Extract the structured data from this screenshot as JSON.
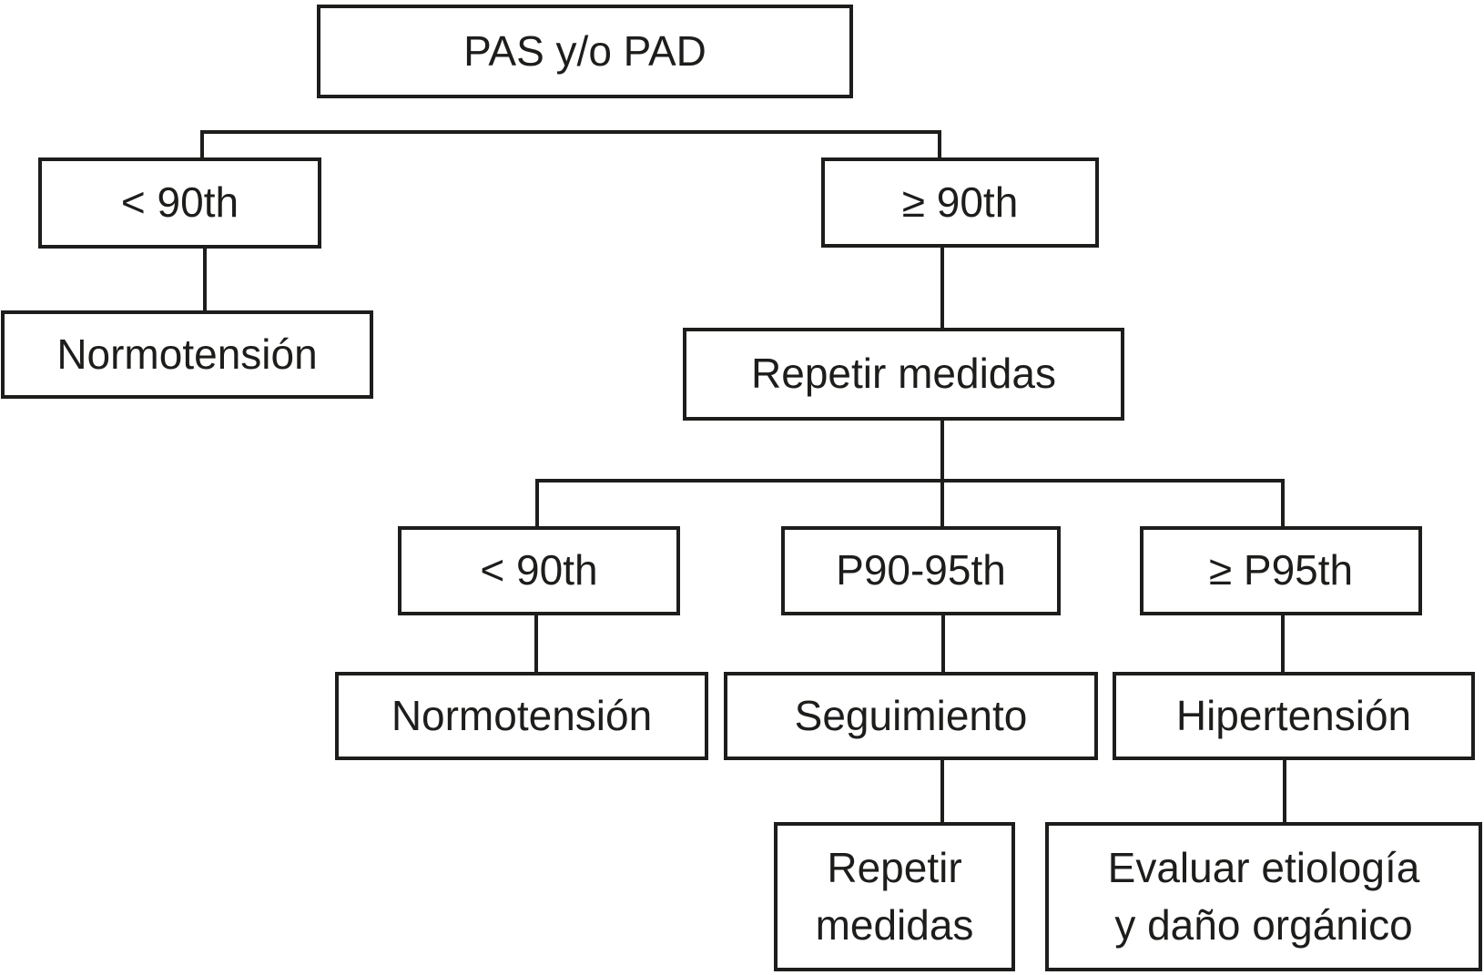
{
  "colors": {
    "ink": "#1d1d1b",
    "background": "#ffffff"
  },
  "flowchart": {
    "nodes": {
      "root": {
        "label": "PAS y/o PAD"
      },
      "lt90_initial": {
        "label": "< 90th"
      },
      "ge90_initial": {
        "label": "≥ 90th"
      },
      "normotension_initial": {
        "label": "Normotensión"
      },
      "repetir_medidas_1": {
        "label": "Repetir medidas"
      },
      "lt90_repeat": {
        "label": "< 90th"
      },
      "p90_95th": {
        "label": "P90-95th"
      },
      "ge_p95th": {
        "label": "≥ P95th"
      },
      "normotension_repeat": {
        "label": "Normotensión"
      },
      "seguimiento": {
        "label": "Seguimiento"
      },
      "hipertension": {
        "label": "Hipertensión"
      },
      "repetir_medidas_2": {
        "label": "Repetir\nmedidas"
      },
      "evaluar_etiologia": {
        "label": "Evaluar etiología\ny daño orgánico"
      }
    }
  }
}
